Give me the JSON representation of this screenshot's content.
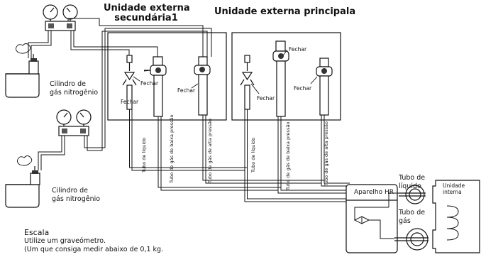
{
  "headings": {
    "secondary_line1": "Unidade externa",
    "secondary_line2": "secundária1",
    "main": "Unidade externa principala"
  },
  "cylinders": {
    "top_line1": "Cilindro de",
    "top_line2": "gás nitrogênio",
    "bottom_line1": "Cilindro de",
    "bottom_line2": "gás nitrogênio"
  },
  "valve_labels": {
    "close": "Fechar"
  },
  "pipes": {
    "liquid": "Tubo de líquido",
    "low_pressure_gas": "Tubo de gás de baixa pressão",
    "high_pressure_gas": "Tubo de gás de alta pressão"
  },
  "hr_unit": {
    "label": "Aparelho HR",
    "liquid_pipe_line1": "Tubo de",
    "liquid_pipe_line2": "líquido",
    "gas_pipe_line1": "Tubo de",
    "gas_pipe_line2": "gás",
    "indoor_line1": "Unidade",
    "indoor_line2": "interna"
  },
  "scale": {
    "title": "Escala",
    "line1": "Utilize um graveómetro.",
    "line2": "(Um que consiga medir abaixo de 0,1 kg."
  }
}
